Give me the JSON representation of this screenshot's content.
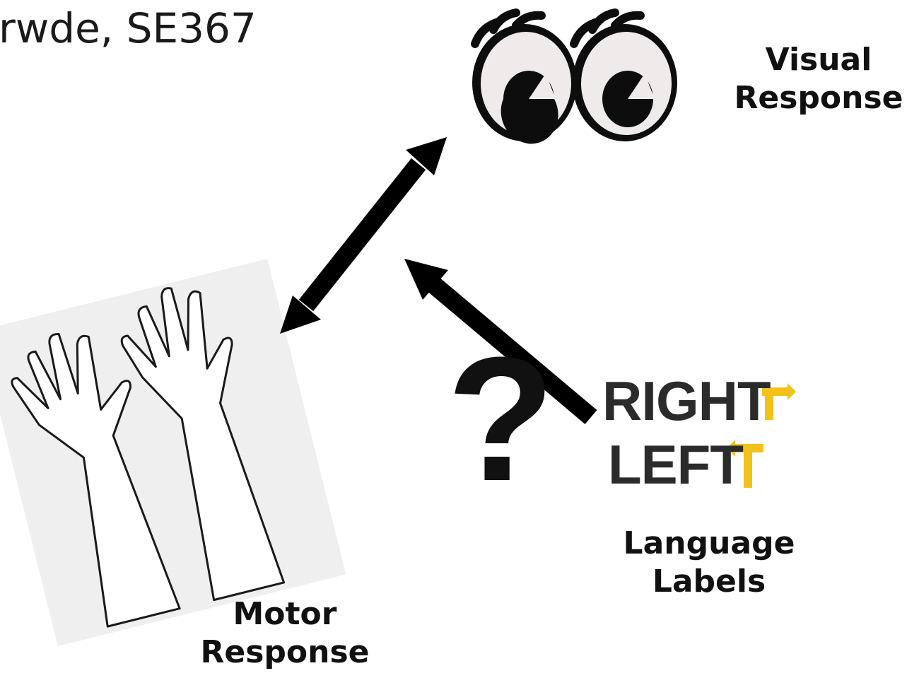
{
  "header": {
    "text": "rwde, SE367"
  },
  "nodes": {
    "visual": {
      "line1": "Visual",
      "line2": "Response",
      "icon": "cartoon-eyes-icon"
    },
    "language": {
      "line1": "Language",
      "line2": "Labels",
      "logo_word_1": "RIGHT",
      "logo_word_2": "LEFT",
      "logo_accent_color": "#f2c21b"
    },
    "motor": {
      "line1": "Motor",
      "line2": "Response",
      "icon": "raised-hands-outline-icon"
    }
  },
  "question_mark": "?",
  "arrows": {
    "visual_motor": "double-headed",
    "language_to_center": "single-headed"
  }
}
